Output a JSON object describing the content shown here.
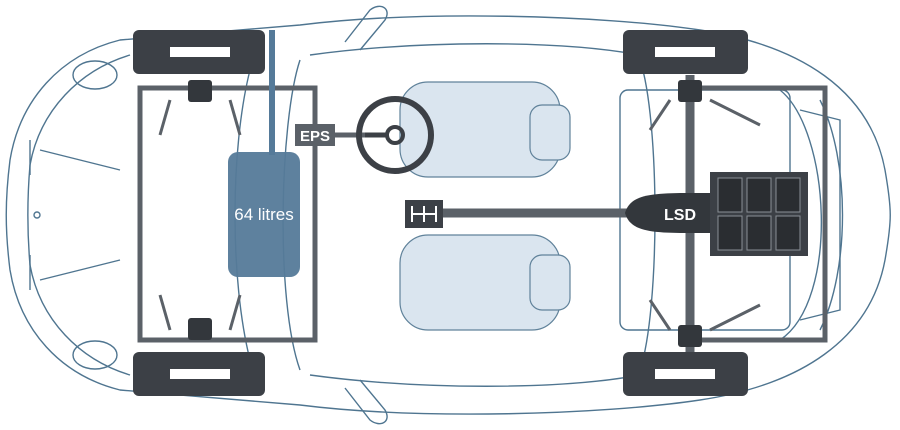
{
  "labels": {
    "steering": "EPS",
    "fuel_tank": "64 litres",
    "differential": "LSD"
  },
  "colors": {
    "outline": "#4f7590",
    "frame": "#5b6168",
    "tank": "#557a99",
    "seat": "#d7e3ee",
    "dark": "#33373c",
    "wheel": "#3c4046"
  }
}
